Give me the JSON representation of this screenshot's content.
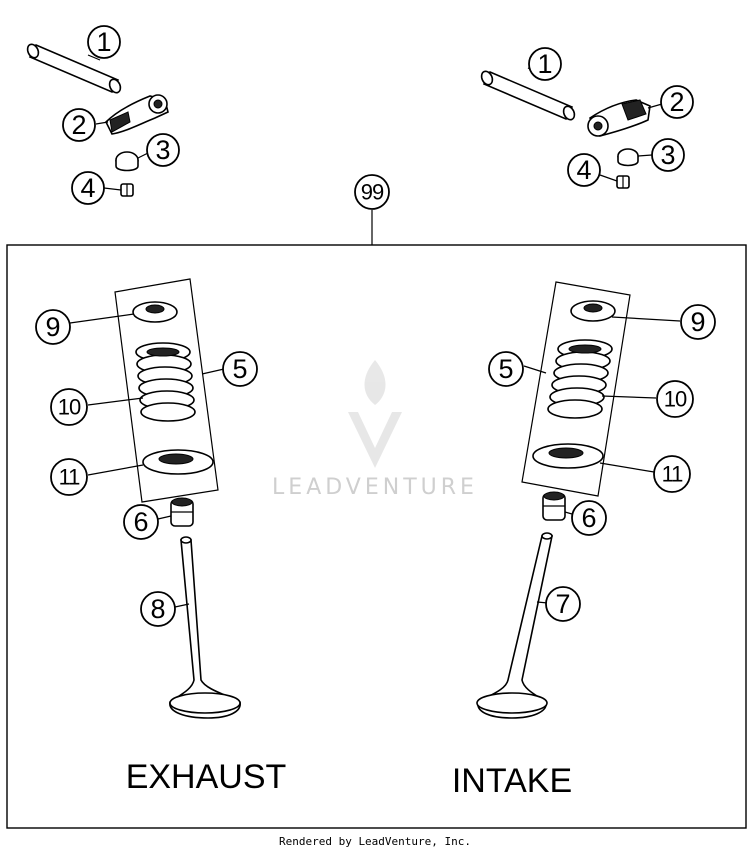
{
  "callouts": {
    "left_1": "1",
    "left_2": "2",
    "left_3": "3",
    "left_4": "4",
    "right_1": "1",
    "right_2": "2",
    "right_3": "3",
    "right_4": "4",
    "assembly_99": "99",
    "ex_9": "9",
    "ex_5": "5",
    "ex_10": "10",
    "ex_11": "11",
    "ex_6": "6",
    "ex_8": "8",
    "in_5": "5",
    "in_9": "9",
    "in_10": "10",
    "in_11": "11",
    "in_6": "6",
    "in_7": "7"
  },
  "labels": {
    "exhaust": "EXHAUST",
    "intake": "INTAKE"
  },
  "watermark": "LEADVENTURE",
  "footer": "Rendered by LeadVenture, Inc."
}
